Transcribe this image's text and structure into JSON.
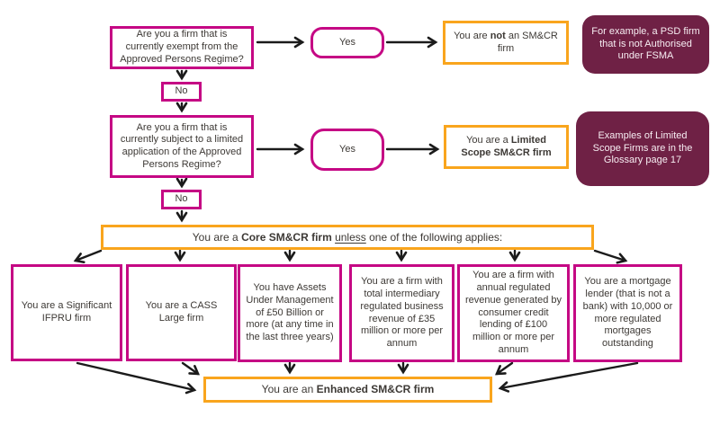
{
  "labels": {
    "yes": "Yes",
    "no": "No"
  },
  "flow": {
    "question1": "Are you a firm that is currently exempt from the Approved Persons Regime?",
    "result_not": {
      "pre": "You are ",
      "bold": "not",
      "post": " an SM&CR firm"
    },
    "note_psd": "For example, a PSD firm that is not Authorised under FSMA",
    "question2": "Are you a firm that is currently subject to a limited application of the Approved Persons Regime?",
    "result_limited": {
      "pre": "You are a ",
      "bold": "Limited Scope SM&CR firm"
    },
    "note_glossary": "Examples of Limited Scope Firms are in the Glossary page 17",
    "core": {
      "pre": "You are a ",
      "bold": "Core SM&CR firm ",
      "underline": "unless",
      "post": " one of the following applies:"
    },
    "criteria": [
      "You are a Significant IFPRU firm",
      "You are a CASS Large firm",
      "You have Assets Under Management of £50 Billion or more (at any time in the last three years)",
      "You are a firm with total intermediary regulated business revenue of £35 million or more per annum",
      "You are a firm with annual regulated revenue generated by consumer credit lending of £100 million or more per annum",
      "You are a mortgage lender (that is not a bank) with 10,000 or more regulated mortgages outstanding"
    ],
    "enhanced": {
      "pre": "You are an ",
      "bold": "Enhanced SM&CR firm"
    }
  },
  "colors": {
    "magenta": "#C50884",
    "orange": "#F9A51D",
    "maroon": "#6F2145",
    "text": "#3D3935",
    "arrow": "#1B1B1B",
    "note_text": "#F7EDF2",
    "background": "#FFFFFF"
  }
}
